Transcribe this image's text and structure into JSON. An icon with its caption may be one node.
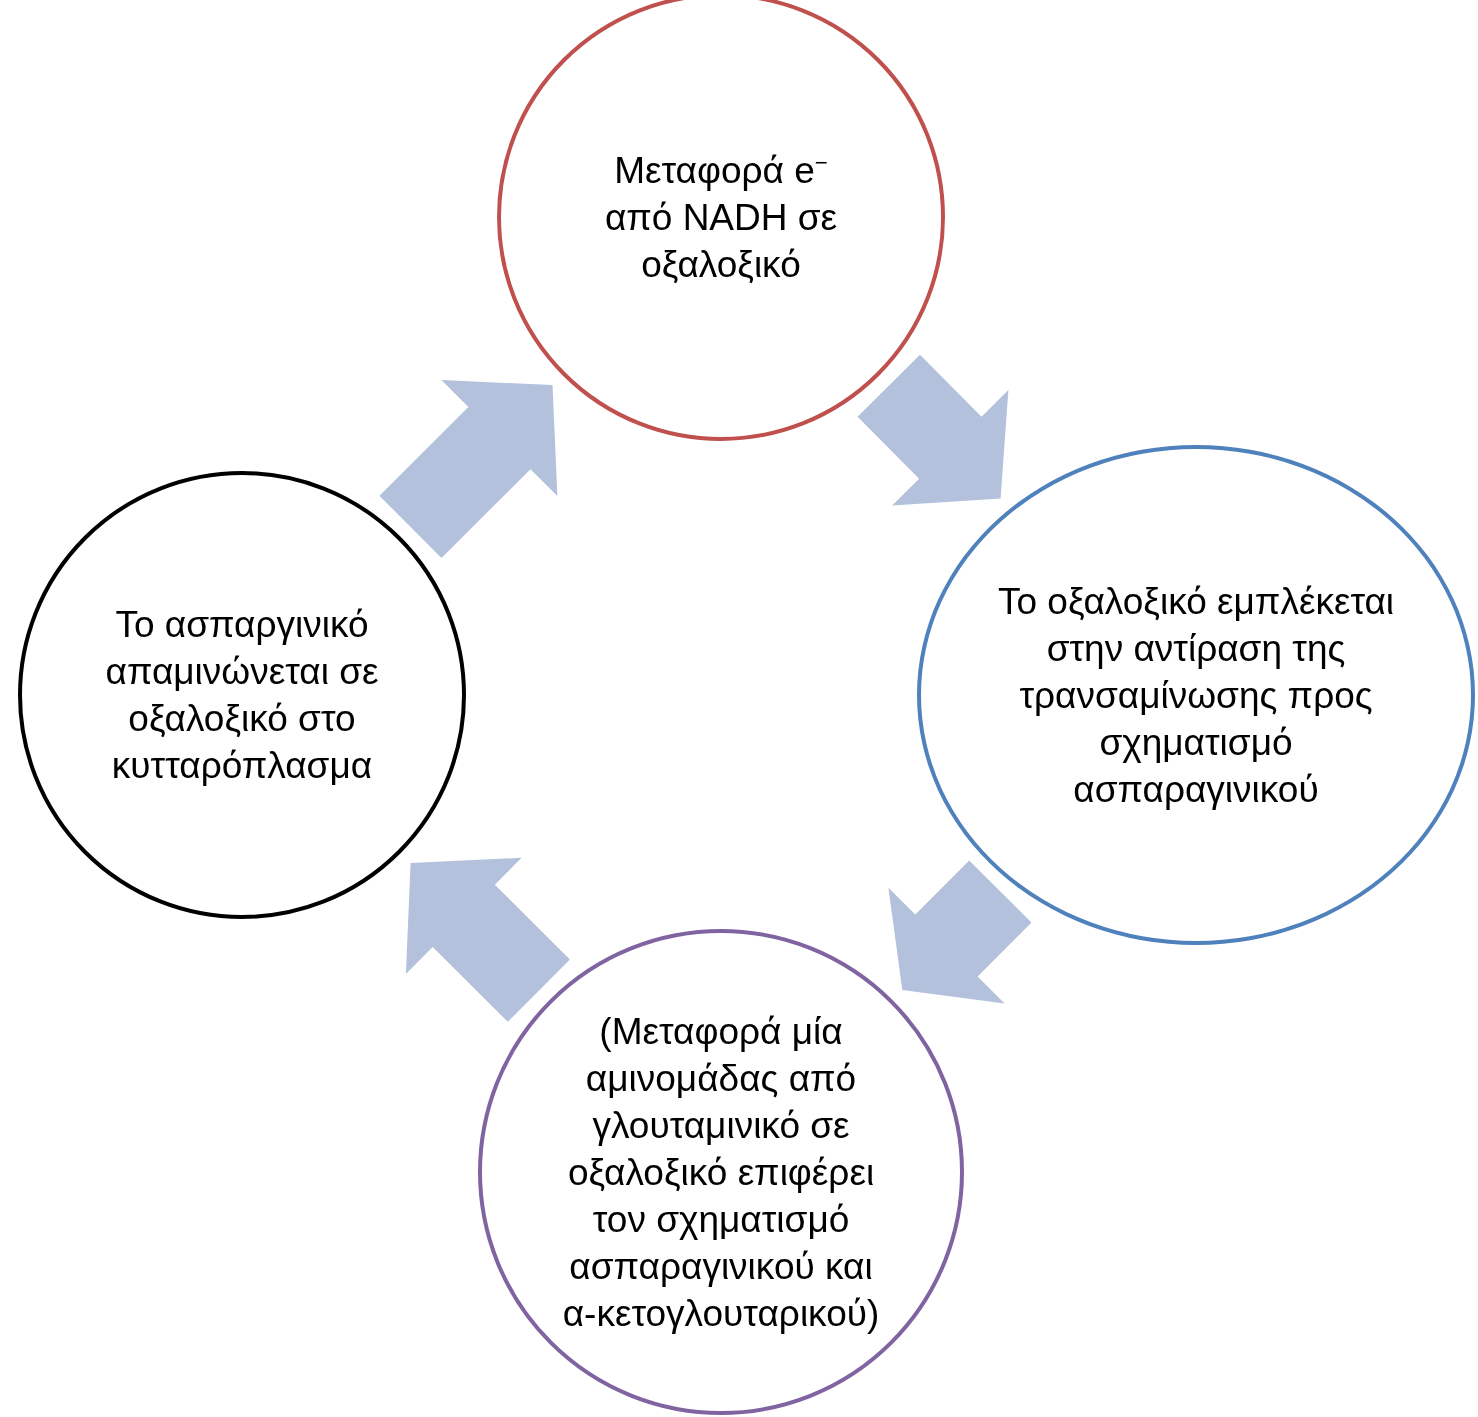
{
  "diagram": {
    "nodes": [
      {
        "text": [
          "Μεταφορά e$^{−}$ από NADH σε οξαλοξικό"
        ]
      },
      {
        "text": [
          "Το οξαλοξικό εμπλέκεται στην αντίραση της τρανσαμίνωσης προς σχηματισμό ασπαραγινικού"
        ]
      },
      {
        "text": [
          "(Μεταφορά μία αμινομάδας από γλουταμινικό σε οξαλοξικό επιφέρει τον σχηματισμό ασπαραγινικού και α-κετογλουταρικού)"
        ]
      },
      {
        "text": [
          "Το ασπαργινικό απαμινώνεται σε οξαλοξικό στο κυτταρόπλασμα"
        ]
      }
    ],
    "edges": [
      {
        "from": 0,
        "to": 1,
        "arrow": "to"
      },
      {
        "from": 1,
        "to": 2,
        "arrow": "to"
      },
      {
        "from": 2,
        "to": 3,
        "arrow": "to"
      },
      {
        "from": 3,
        "to": 0,
        "arrow": "to"
      }
    ]
  }
}
